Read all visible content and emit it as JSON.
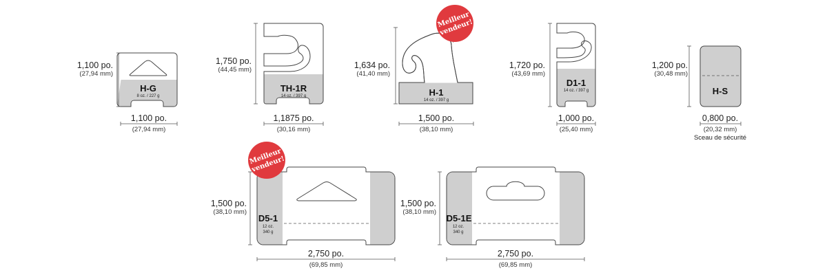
{
  "badge": {
    "line1": "Meilleur",
    "line2": "vendeur!",
    "color": "#e03a3e"
  },
  "hangers": {
    "hg": {
      "name": "H-G",
      "weight": "8 oz. / 227 g",
      "height_in": "1,100 po.",
      "height_mm": "(27,94 mm)",
      "width_in": "1,100 po.",
      "width_mm": "(27,94 mm)"
    },
    "th1r": {
      "name": "TH-1R",
      "weight": "14 oz. / 397 g",
      "height_in": "1,750 po.",
      "height_mm": "(44,45 mm)",
      "width_in": "1,1875 po.",
      "width_mm": "(30,16 mm)"
    },
    "h1": {
      "name": "H-1",
      "weight": "14 oz. / 397 g",
      "height_in": "1,634 po.",
      "height_mm": "(41,40 mm)",
      "width_in": "1,500 po.",
      "width_mm": "(38,10 mm)"
    },
    "d11": {
      "name": "D1-1",
      "weight": "14 oz. / 397 g",
      "height_in": "1,720 po.",
      "height_mm": "(43,69 mm)",
      "width_in": "1,000 po.",
      "width_mm": "(25,40 mm)"
    },
    "hs": {
      "name": "H-S",
      "height_in": "1,200 po.",
      "height_mm": "(30,48 mm)",
      "width_in": "0,800 po.",
      "width_mm": "(20,32 mm)",
      "note": "Sceau de sécurité"
    },
    "d51": {
      "name": "D5-1",
      "weight_1": "12 oz.",
      "weight_2": "340 g",
      "height_in": "1,500 po.",
      "height_mm": "(38,10 mm)",
      "width_in": "2,750 po.",
      "width_mm": "(69,85 mm)"
    },
    "d51e": {
      "name": "D5-1E",
      "weight_1": "12 oz.",
      "weight_2": "340 g",
      "height_in": "1,500 po.",
      "height_mm": "(38,10 mm)",
      "width_in": "2,750 po.",
      "width_mm": "(69,85 mm)"
    }
  }
}
